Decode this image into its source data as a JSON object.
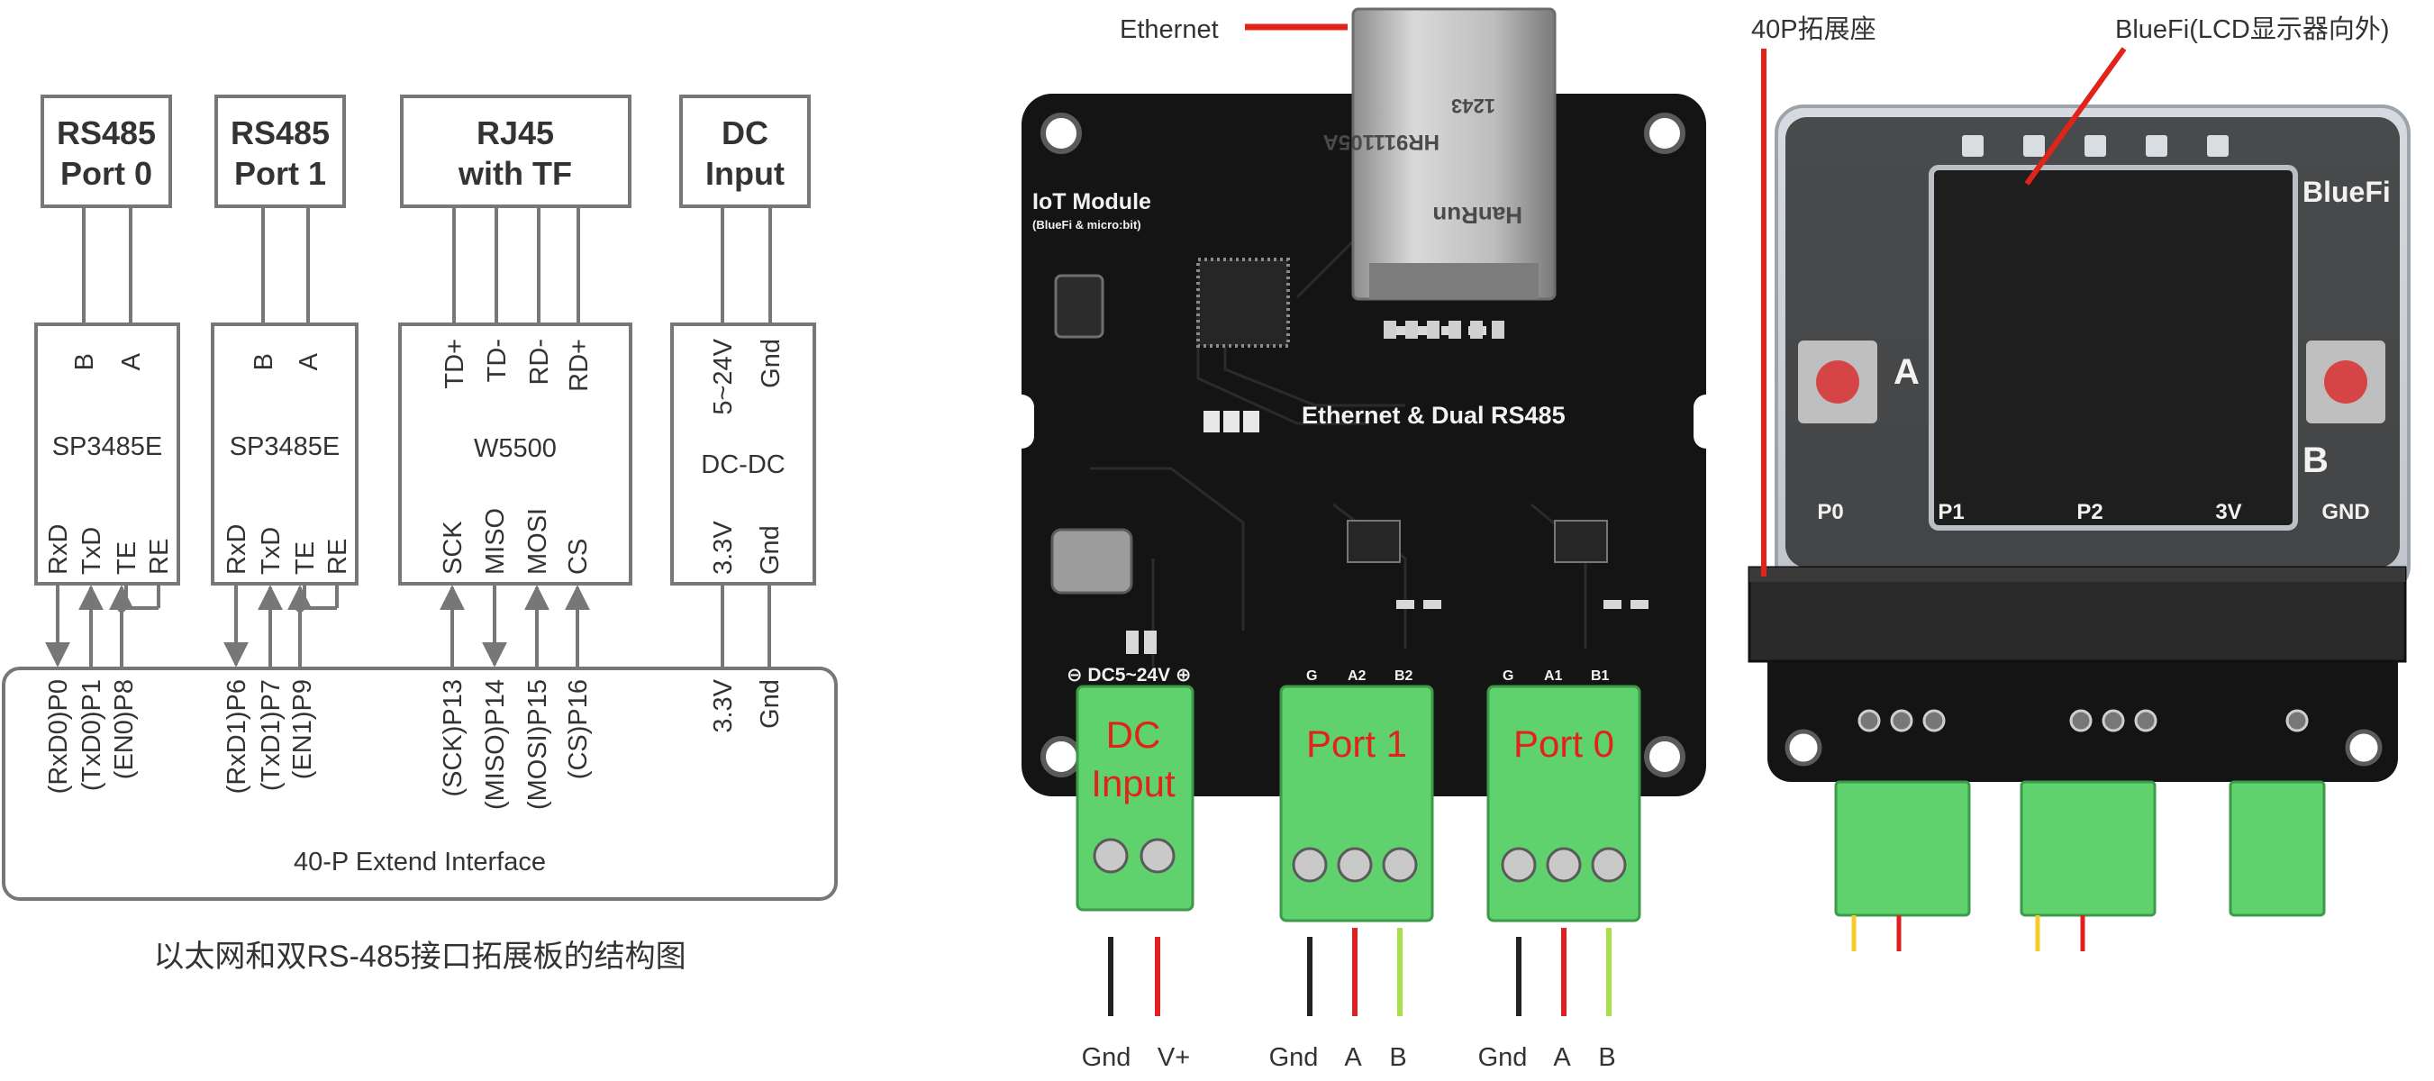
{
  "diagram": {
    "modules": {
      "rs485_port0": [
        "RS485",
        "Port 0"
      ],
      "rs485_port1": [
        "RS485",
        "Port 1"
      ],
      "rj45": [
        "RJ45",
        "with TF"
      ],
      "dc_input": [
        "DC",
        "Input"
      ]
    },
    "chips": {
      "sp3485e_0": {
        "name": "SP3485E",
        "top_pins": [
          "B",
          "A"
        ],
        "bottom_pins": [
          "RxD",
          "TxD",
          "TE",
          "RE"
        ]
      },
      "sp3485e_1": {
        "name": "SP3485E",
        "top_pins": [
          "B",
          "A"
        ],
        "bottom_pins": [
          "RxD",
          "TxD",
          "TE",
          "RE"
        ]
      },
      "w5500": {
        "name": "W5500",
        "top_pins": [
          "TD+",
          "TD-",
          "RD-",
          "RD+"
        ],
        "bottom_pins": [
          "SCK",
          "MISO",
          "MOSI",
          "CS"
        ]
      },
      "dcdc": {
        "name": "DC-DC",
        "top_pins": [
          "5~24V",
          "Gnd"
        ],
        "bottom_pins": [
          "3.3V",
          "Gnd"
        ]
      }
    },
    "extend": {
      "label": "40-P Extend Interface",
      "pins": [
        "(RxD0)P0",
        "(TxD0)P1",
        "(EN0)P8",
        "(RxD1)P6",
        "(TxD1)P7",
        "(EN1)P9",
        "(SCK)P13",
        "(MISO)P14",
        "(MOSI)P15",
        "(CS)P16",
        "3.3V",
        "Gnd"
      ]
    },
    "caption": "以太网和双RS-485接口拓展板的结构图"
  },
  "photo_board": {
    "callout_ethernet": "Ethernet",
    "title": [
      "IoT Module",
      "(BlueFi & micro:bit)"
    ],
    "subtitle": "Ethernet & Dual RS485",
    "jack_text": [
      "HR911105A",
      "HanRun",
      "1243"
    ],
    "dc_label": "⊖ DC5~24V ⊕",
    "port1_pins": [
      "G",
      "A2",
      "B2"
    ],
    "port0_pins": [
      "G",
      "A1",
      "B1"
    ],
    "terminals": {
      "dc": [
        "DC",
        "Input"
      ],
      "port1": "Port 1",
      "port0": "Port 0"
    },
    "wire_labels": [
      "Gnd",
      "V+",
      "Gnd",
      "A",
      "B",
      "Gnd",
      "A",
      "B"
    ]
  },
  "photo_bluefi": {
    "callout_socket": "40P拓展座",
    "callout_bluefi": "BlueFi(LCD显示器向外)",
    "brand": "BlueFi",
    "pads": [
      "P0",
      "P1",
      "P2",
      "3V",
      "GND"
    ],
    "btn_a": "A",
    "btn_b": "B"
  },
  "colors": {
    "diagram_line": "#777777",
    "callout_red": "#e2231a",
    "pcb_black": "#141414",
    "terminal_green": "#5fd16d",
    "wire_red": "#e02020",
    "wire_yellow": "#f2cc2a",
    "wire_lime": "#a8e04a",
    "wire_black": "#222222"
  }
}
